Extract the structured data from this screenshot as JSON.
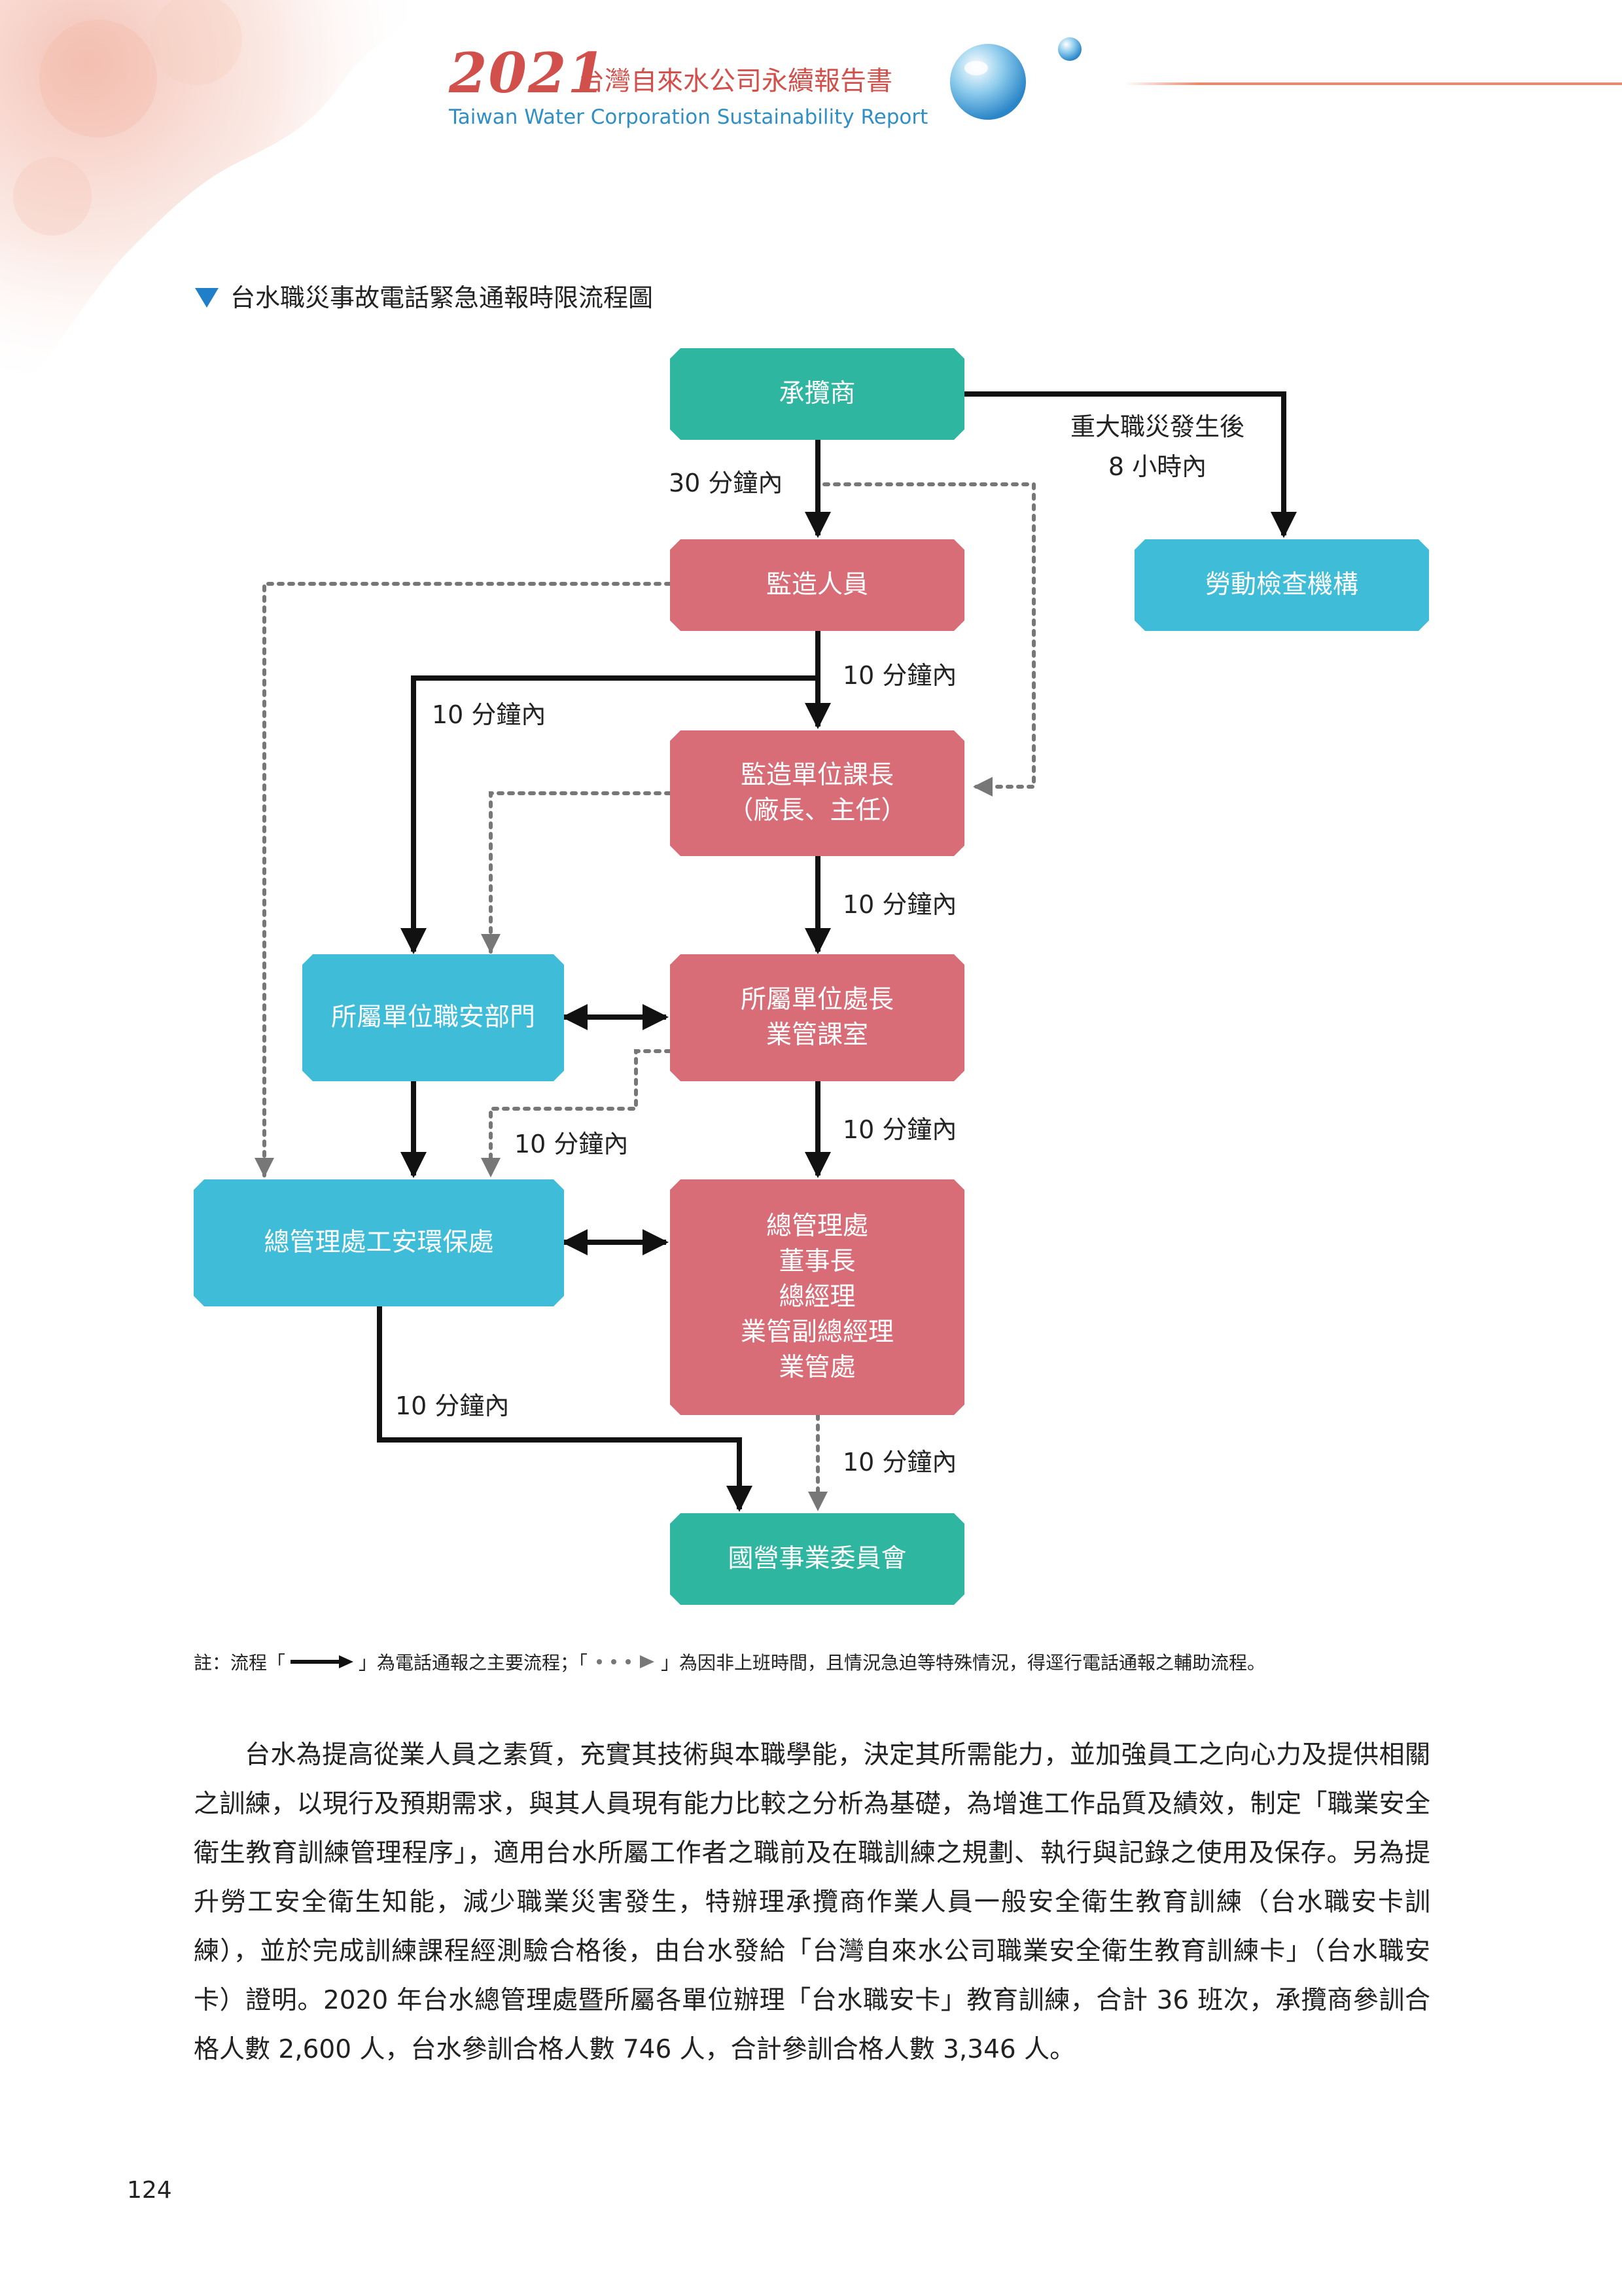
{
  "header": {
    "year": "2021",
    "title_zh": "台灣自來水公司永續報告書",
    "title_en": "Taiwan Water Corporation Sustainability Report"
  },
  "colors": {
    "green": "#2eb6a0",
    "red": "#d86d78",
    "blue": "#3fbcd8",
    "accent_red": "#d2504c",
    "accent_blue": "#2f8fc6"
  },
  "section": {
    "title": "台水職災事故電話緊急通報時限流程圖",
    "marker_icon": "triangle-down-icon"
  },
  "flowchart": {
    "nodes": {
      "contractor": "承攬商",
      "labor_inspection": "勞動檢查機構",
      "supervisor_staff": "監造人員",
      "supervising_section_chief": [
        "監造單位課長",
        "（廠長、主任）"
      ],
      "unit_safety_dept": "所屬單位職安部門",
      "unit_director": [
        "所屬單位處長",
        "業管課室"
      ],
      "hq_safety_env": "總管理處工安環保處",
      "hq_management": [
        "總管理處",
        "董事長",
        "總經理",
        "業管副總經理",
        "業管處"
      ],
      "state_enterprise_commission": "國營事業委員會"
    },
    "edge_labels": {
      "major_disaster": [
        "重大職災發生後",
        "8 小時內"
      ],
      "within_30": "30 分鐘內",
      "within_10_a": "10 分鐘內",
      "within_10_b": "10 分鐘內",
      "within_10_c": "10 分鐘內",
      "within_10_d": "10 分鐘內",
      "within_10_e": "10 分鐘內",
      "within_10_f": "10 分鐘內",
      "within_10_g": "10 分鐘內"
    }
  },
  "note": {
    "prefix": "註：流程「",
    "main_desc": "」為電話通報之主要流程；「",
    "aux_desc": "」為因非上班時間，且情況急迫等特殊情況，得逕行電話通報之輔助流程。"
  },
  "body_text": "台水為提高從業人員之素質，充實其技術與本職學能，決定其所需能力，並加強員工之向心力及提供相關之訓練，以現行及預期需求，與其人員現有能力比較之分析為基礎，為增進工作品質及績效，制定「職業安全衛生教育訓練管理程序」，適用台水所屬工作者之職前及在職訓練之規劃、執行與記錄之使用及保存。另為提升勞工安全衛生知能，減少職業災害發生，特辦理承攬商作業人員一般安全衛生教育訓練（台水職安卡訓練），並於完成訓練課程經測驗合格後，由台水發給「台灣自來水公司職業安全衛生教育訓練卡」（台水職安卡）證明。2020 年台水總管理處暨所屬各單位辦理「台水職安卡」教育訓練，合計 36 班次，承攬商參訓合格人數 2,600 人，台水參訓合格人數 746 人，合計參訓合格人數 3,346 人。",
  "page_number": "124"
}
